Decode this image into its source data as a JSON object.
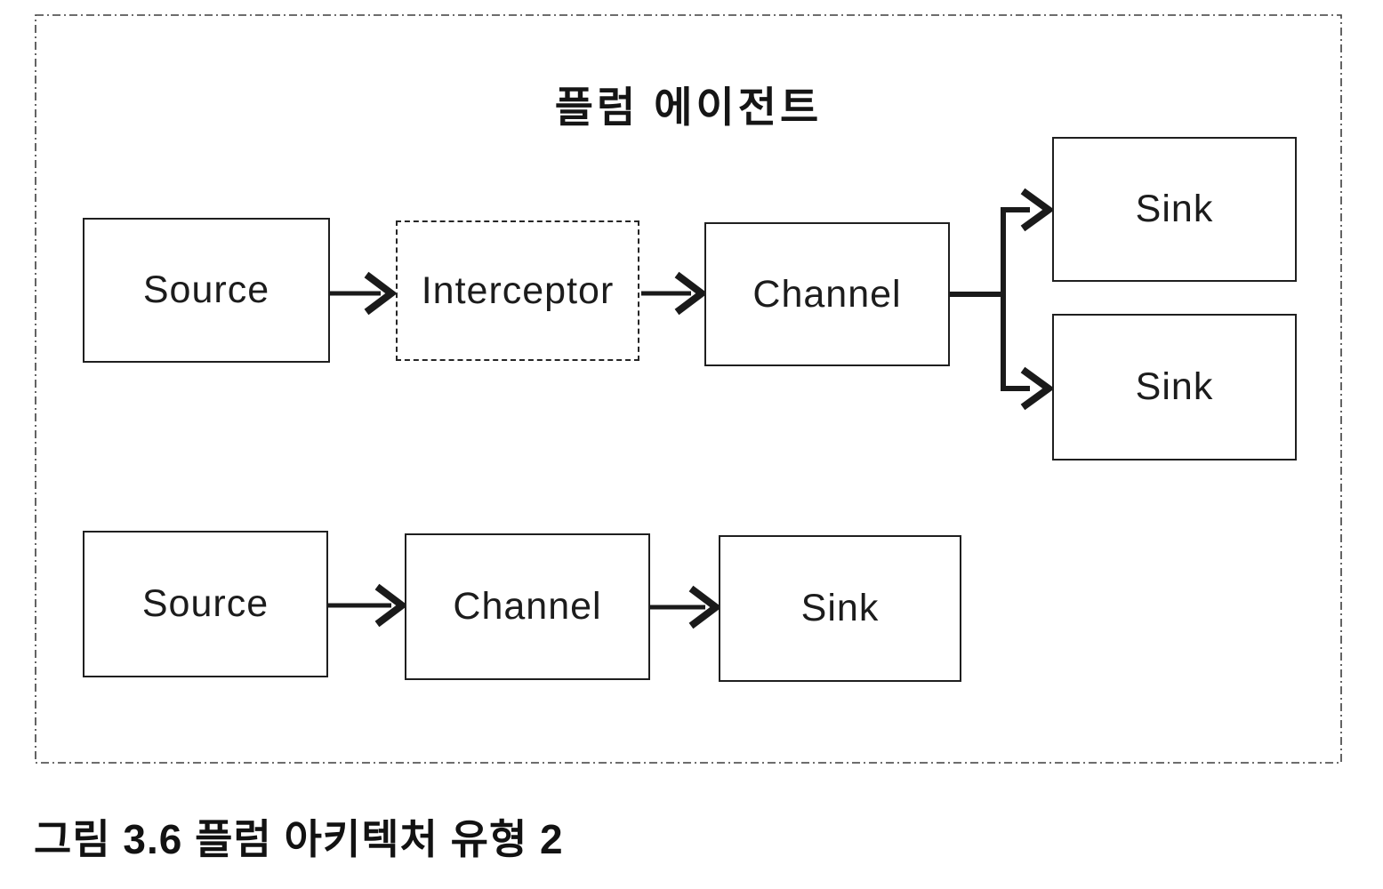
{
  "figure": {
    "title": "플럼 에이전트",
    "caption": "그림 3.6 플럼 아키텍처 유형 2"
  },
  "agent_top_flow": {
    "source_label": "Source",
    "interceptor_label": "Interceptor",
    "channel_label": "Channel",
    "sink_top_label": "Sink",
    "sink_bottom_label": "Sink"
  },
  "agent_bottom_flow": {
    "source_label": "Source",
    "channel_label": "Channel",
    "sink_label": "Sink"
  },
  "colors": {
    "ink": "#1c1c1c",
    "background": "#ffffff"
  }
}
